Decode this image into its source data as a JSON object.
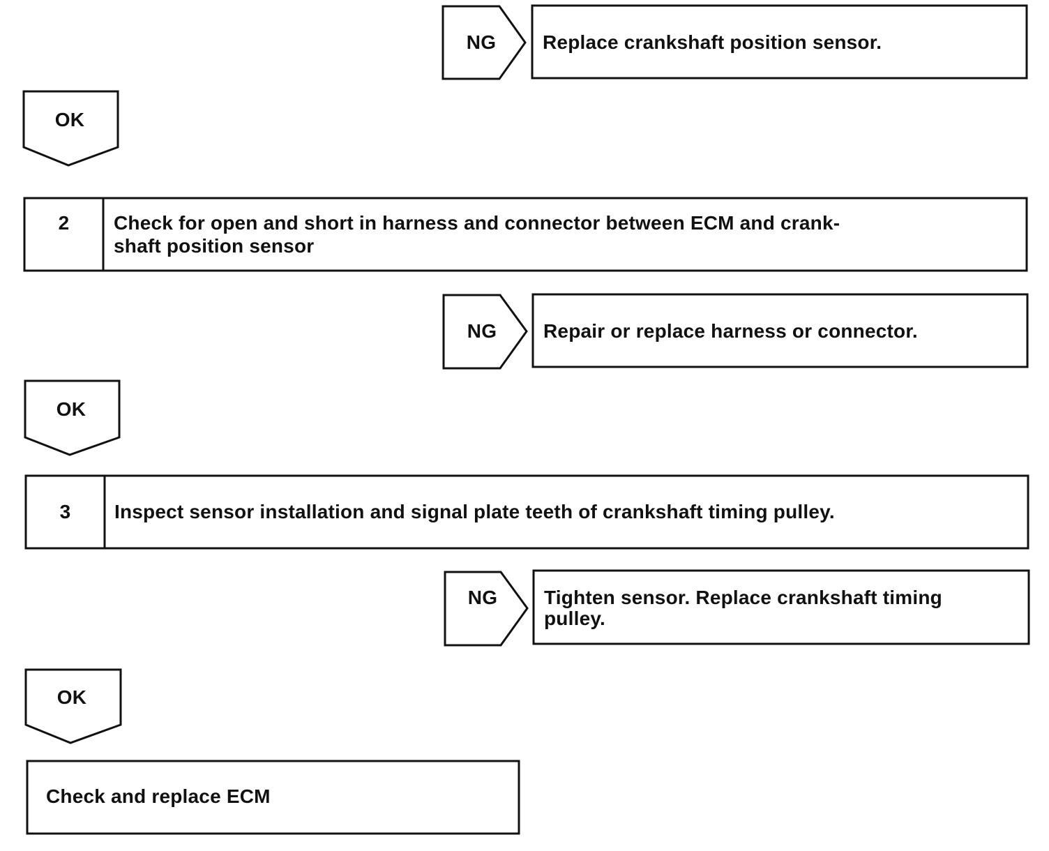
{
  "flow": {
    "ng1": {
      "label": "NG",
      "action": "Replace crankshaft position sensor."
    },
    "ok1": {
      "label": "OK"
    },
    "step2": {
      "number": "2",
      "text_line1": "Check for open and short in harness and connector between ECM and crank-",
      "text_line2": "shaft position sensor"
    },
    "ng2": {
      "label": "NG",
      "action": "Repair or replace harness or connector."
    },
    "ok2": {
      "label": "OK"
    },
    "step3": {
      "number": "3",
      "text": "Inspect sensor installation and signal plate teeth of crankshaft timing pulley."
    },
    "ng3": {
      "label": "NG",
      "action_line1": "Tighten sensor. Replace crankshaft timing",
      "action_line2": "pulley."
    },
    "ok3": {
      "label": "OK"
    },
    "final": {
      "text": "Check and replace ECM"
    }
  }
}
